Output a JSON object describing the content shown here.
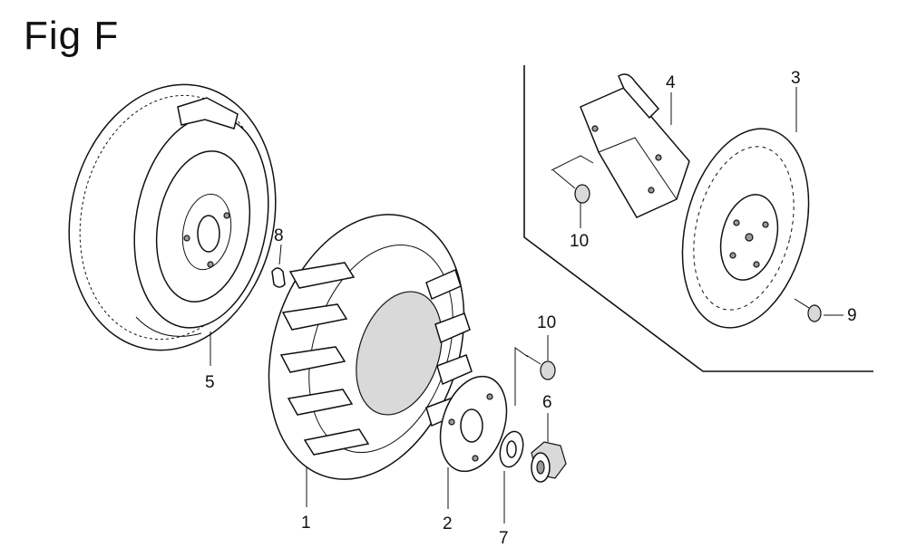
{
  "figure": {
    "title": "Fig F"
  },
  "callouts": {
    "p1": "1",
    "p2": "2",
    "p3": "3",
    "p4": "4",
    "p5": "5",
    "p6": "6",
    "p7": "7",
    "p8": "8",
    "p9": "9",
    "p10_top": "10",
    "p10_right": "10"
  }
}
